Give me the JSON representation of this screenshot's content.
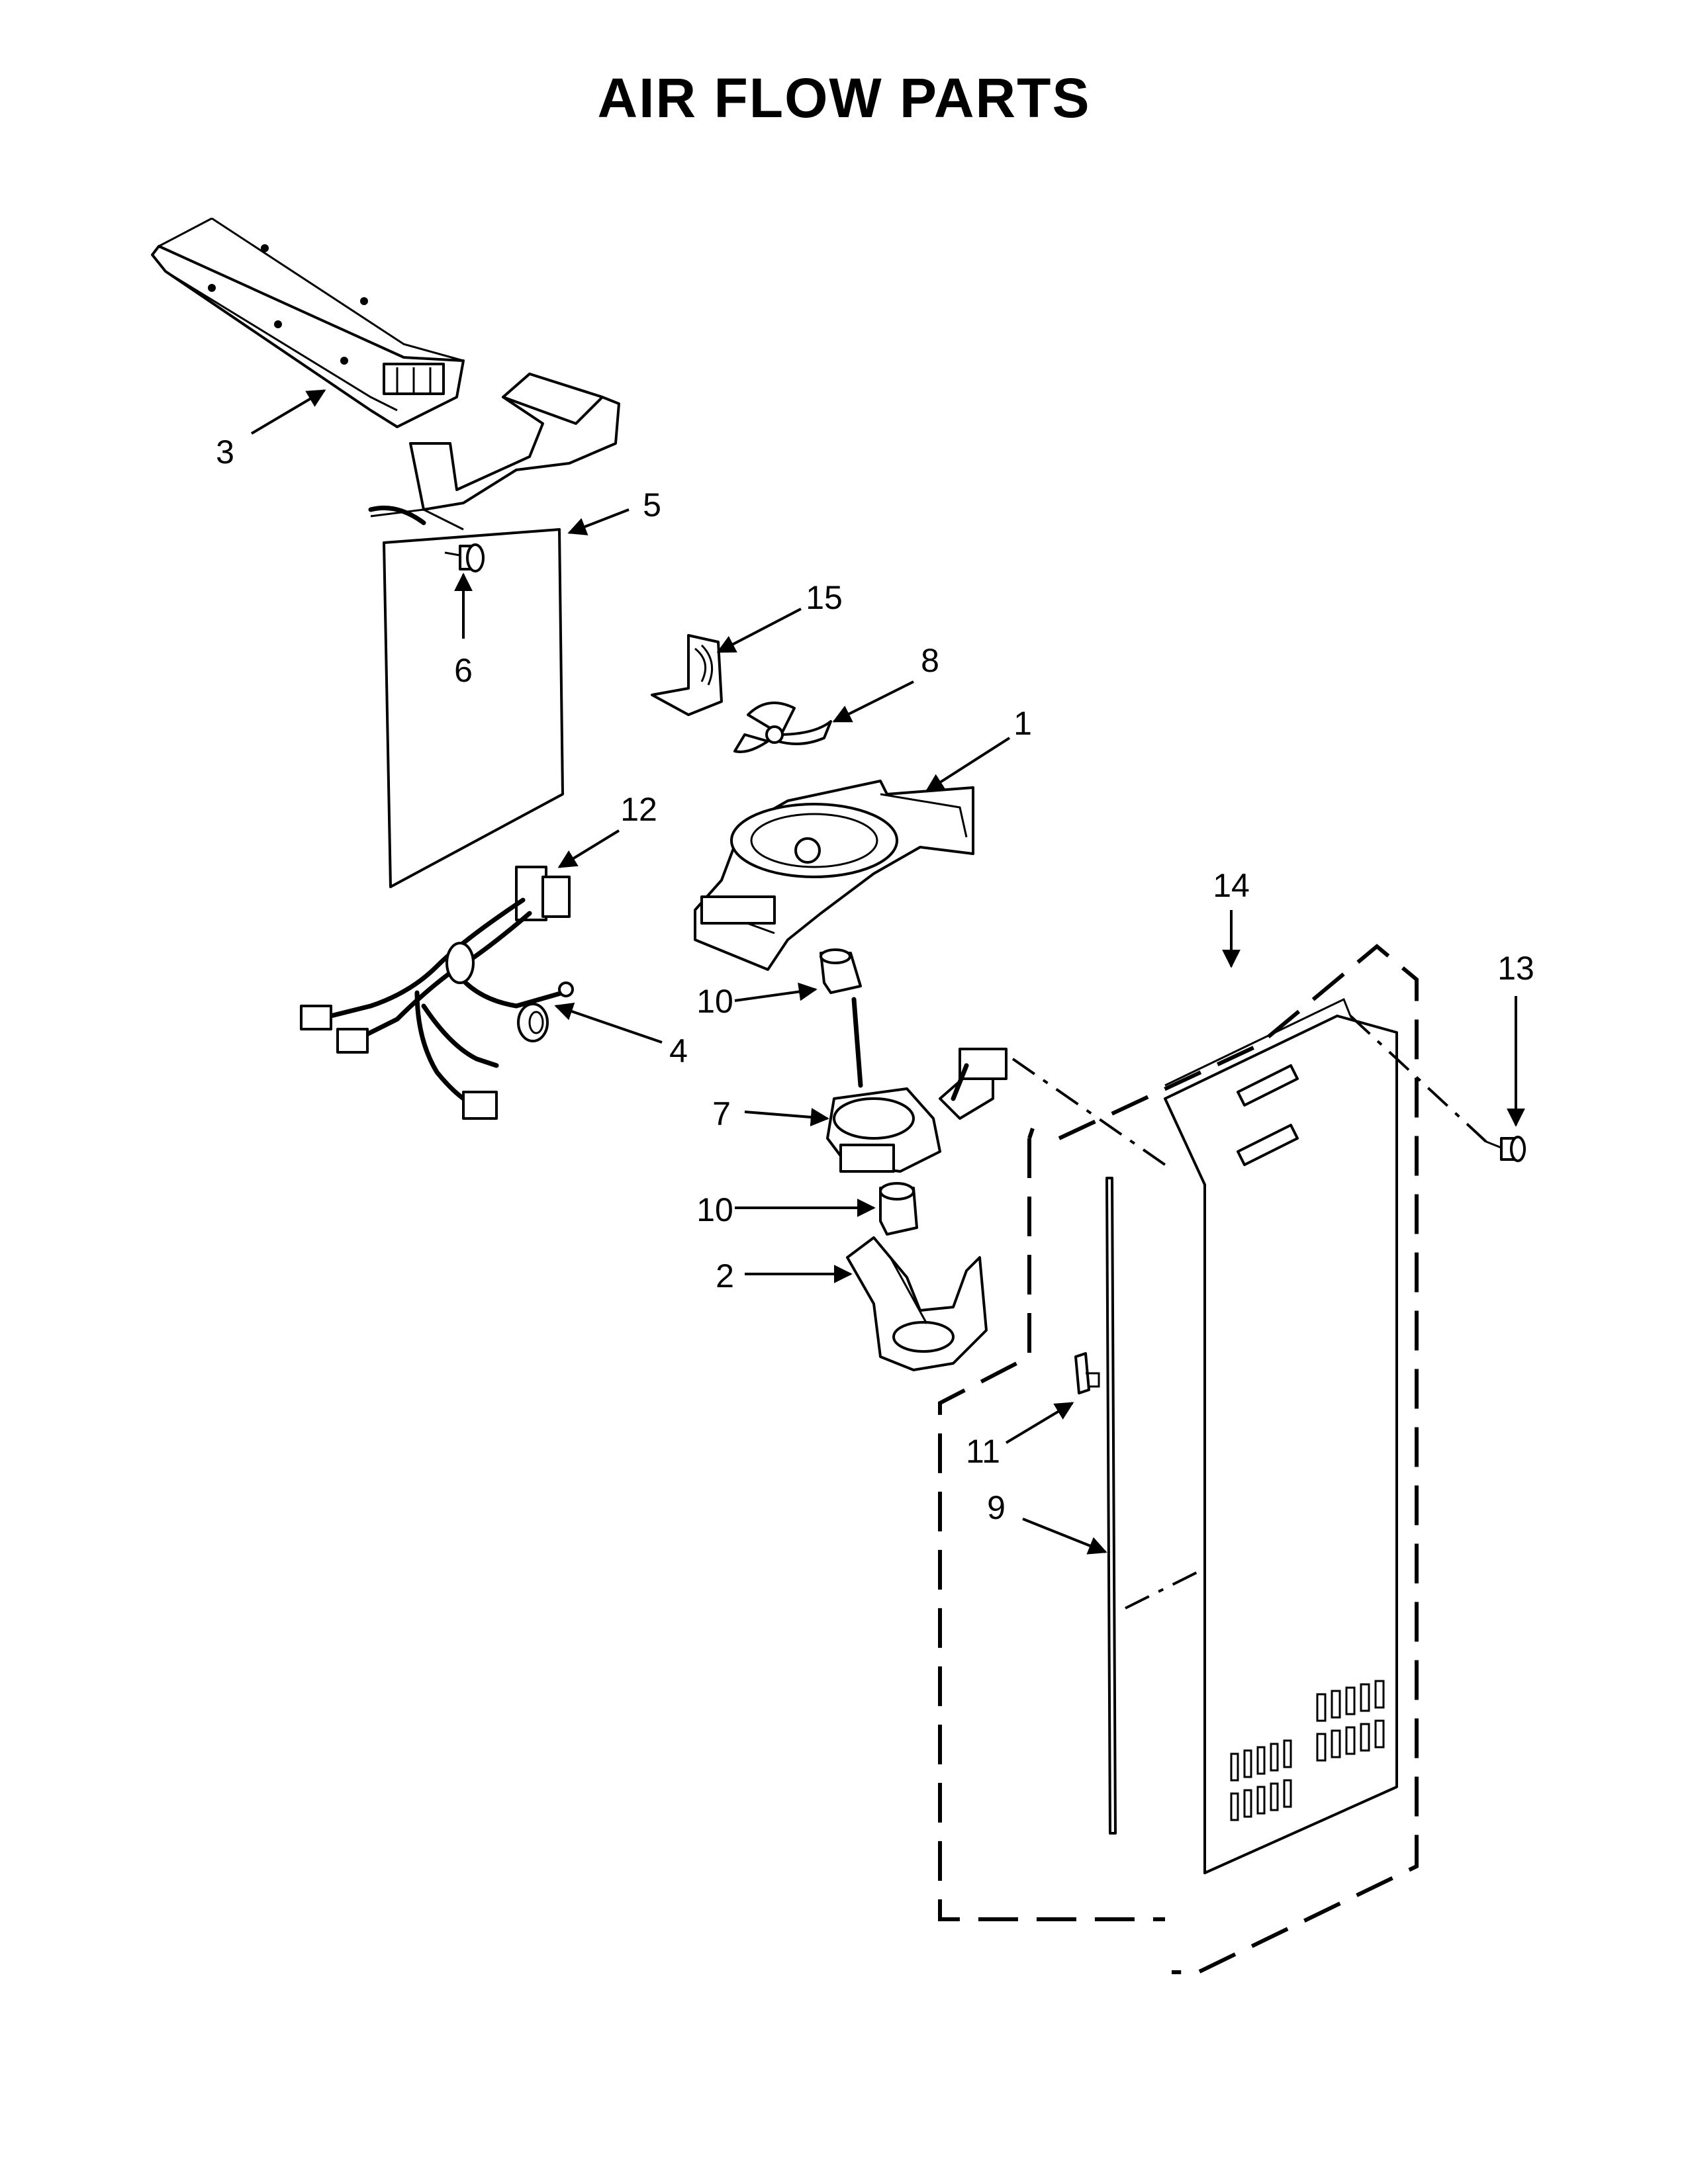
{
  "title": "AIR FLOW PARTS",
  "callouts": {
    "c1": "1",
    "c2": "2",
    "c3": "3",
    "c4": "4",
    "c5": "5",
    "c6": "6",
    "c7": "7",
    "c8": "8",
    "c9": "9",
    "c10a": "10",
    "c10b": "10",
    "c11": "11",
    "c12": "12",
    "c13": "13",
    "c14": "14",
    "c15": "15"
  }
}
